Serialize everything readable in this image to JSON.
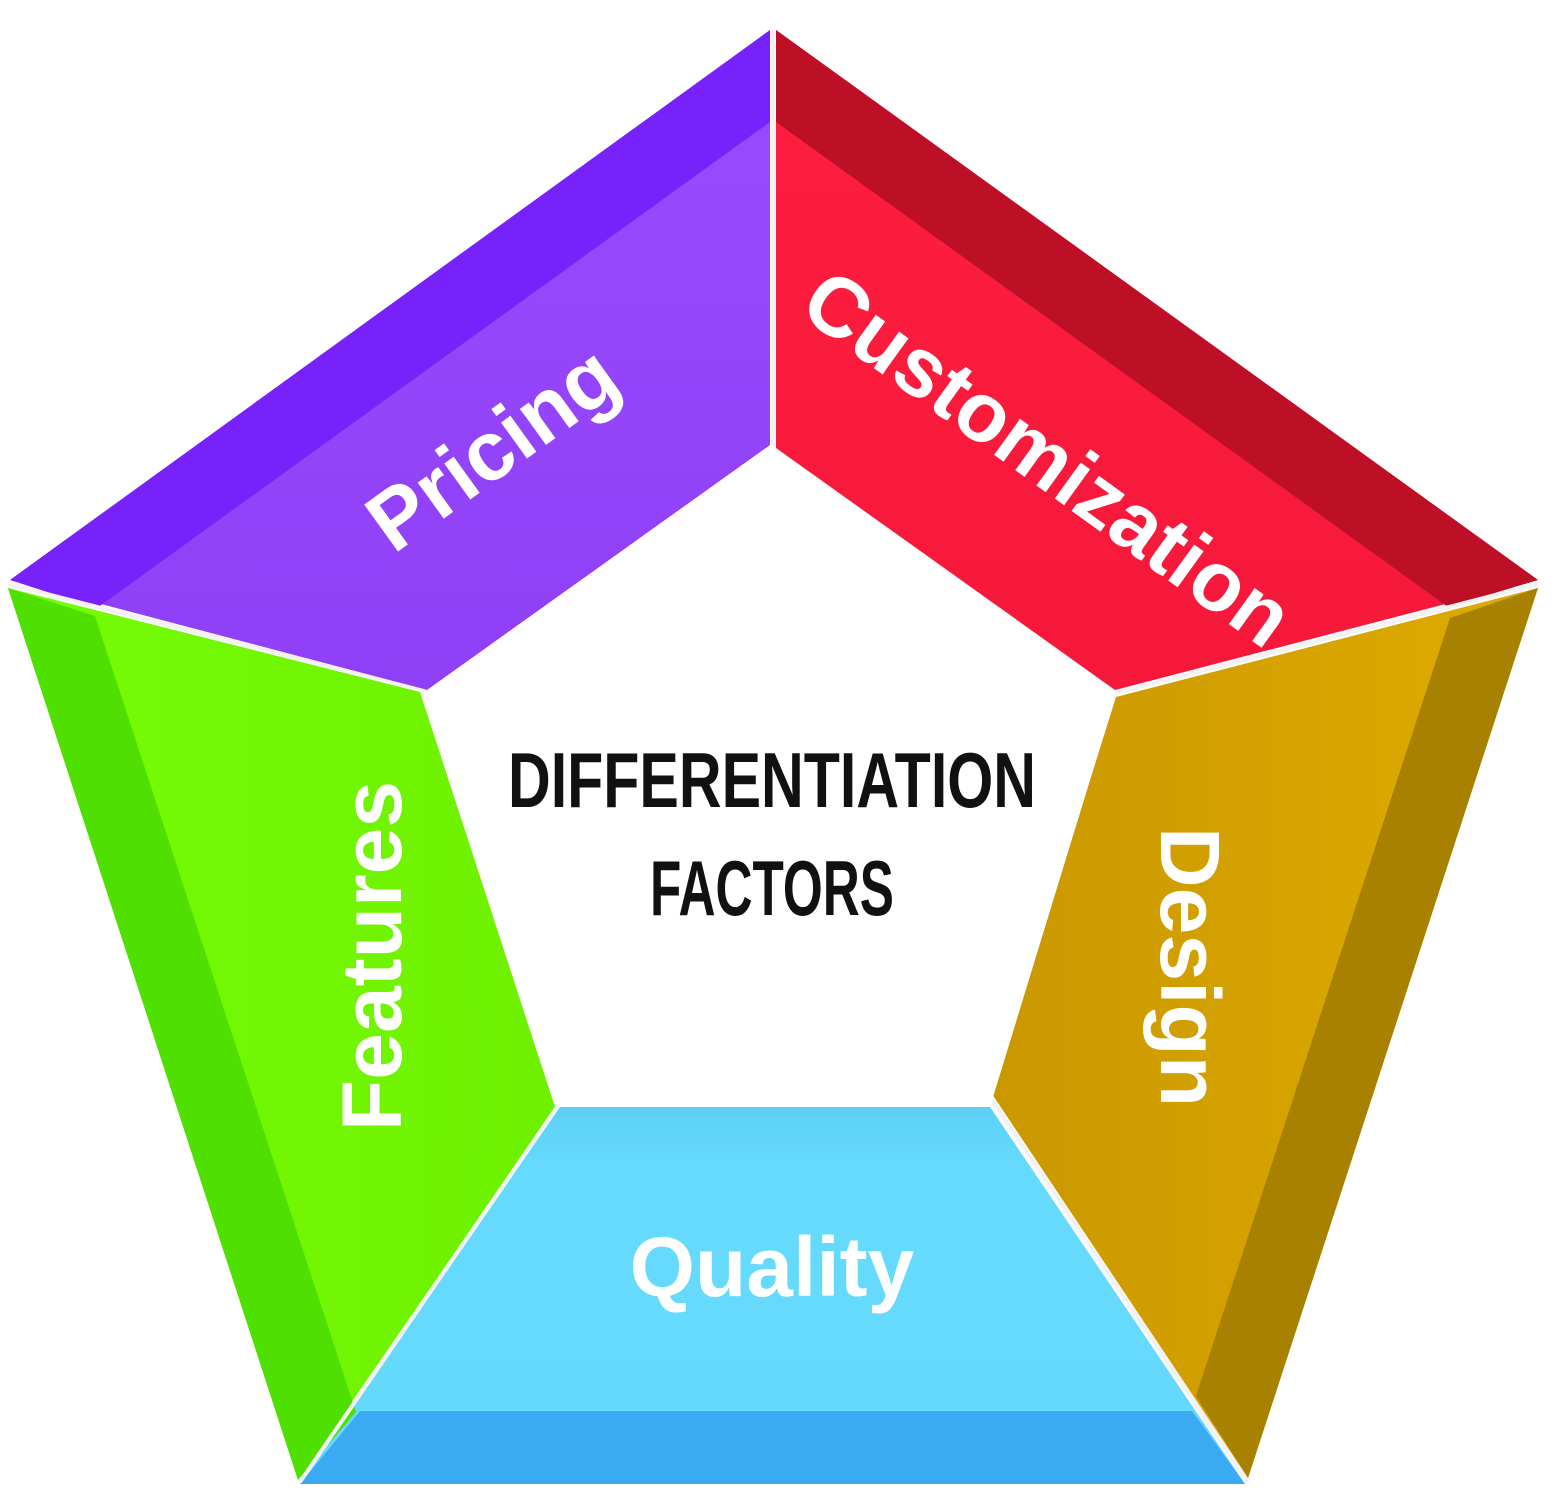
{
  "title": {
    "line1": "DIFFERENTIATION",
    "line2": "FACTORS"
  },
  "segments": [
    {
      "id": "pricing",
      "label": "Pricing",
      "color": "#9747fd",
      "edge_color": "#7722fa"
    },
    {
      "id": "customization",
      "label": "Customization",
      "color": "#fd1b3d",
      "edge_color": "#bd1026"
    },
    {
      "id": "design",
      "label": "Design",
      "color": "#dca700",
      "edge_color": "#a98100"
    },
    {
      "id": "quality",
      "label": "Quality",
      "color": "#64d9fc",
      "edge_color": "#3aaaf3"
    },
    {
      "id": "features",
      "label": "Features",
      "color": "#76fd05",
      "edge_color": "#4fdf00"
    }
  ]
}
